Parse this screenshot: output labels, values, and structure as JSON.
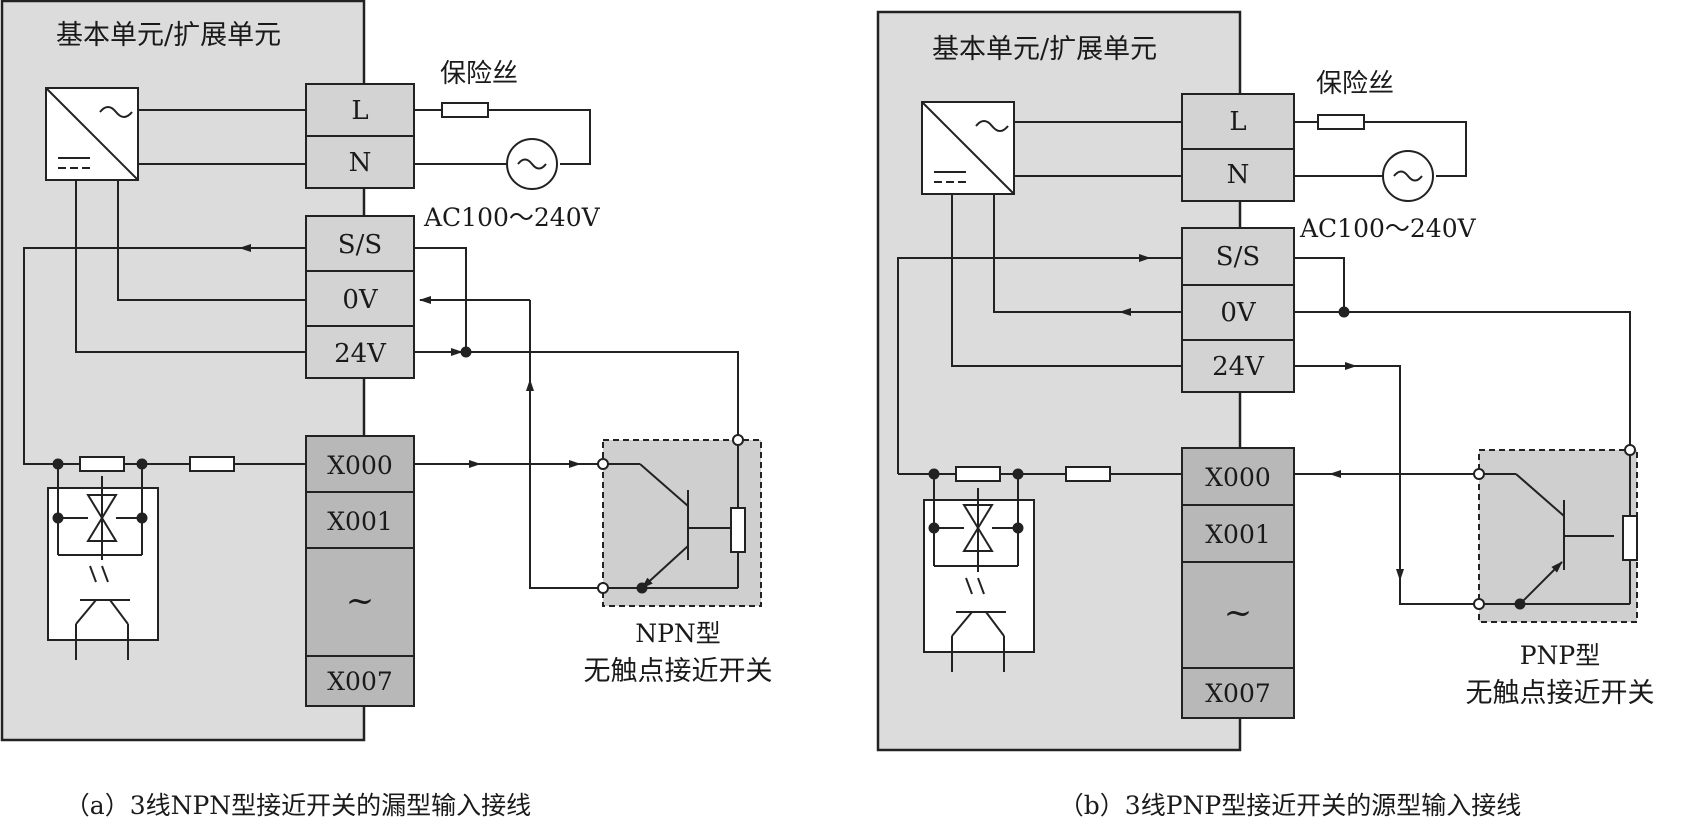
{
  "colors": {
    "unit_bg": "#dcdcdc",
    "terminal_bg": "#d3d3d3",
    "terminal_dark": "#b8b8b8",
    "sensor_bg": "#cfcfcf",
    "line": "#222222"
  },
  "panel_a": {
    "unit_title": "基本单元/扩展单元",
    "fuse_label": "保险丝",
    "supply_label": "AC100～240V",
    "terminals": {
      "L": "L",
      "N": "N",
      "SS": "S/S",
      "V0": "0V",
      "V24": "24V",
      "X000": "X000",
      "X001": "X001",
      "wave": "~",
      "X007": "X007"
    },
    "sensor_type": "NPN型",
    "sensor_desc": "无触点接近开关",
    "caption": "（a）3线NPN型接近开关的漏型输入接线"
  },
  "panel_b": {
    "unit_title": "基本单元/扩展单元",
    "fuse_label": "保险丝",
    "supply_label": "AC100～240V",
    "terminals": {
      "L": "L",
      "N": "N",
      "SS": "S/S",
      "V0": "0V",
      "V24": "24V",
      "X000": "X000",
      "X001": "X001",
      "wave": "~",
      "X007": "X007"
    },
    "sensor_type": "PNP型",
    "sensor_desc": "无触点接近开关",
    "caption": "（b）3线PNP型接近开关的源型输入接线"
  },
  "icons": [
    "power-supply-icon",
    "fuse-icon",
    "ac-source-icon",
    "optocoupler-icon",
    "npn-transistor-icon",
    "pnp-transistor-icon",
    "resistor-icon"
  ]
}
